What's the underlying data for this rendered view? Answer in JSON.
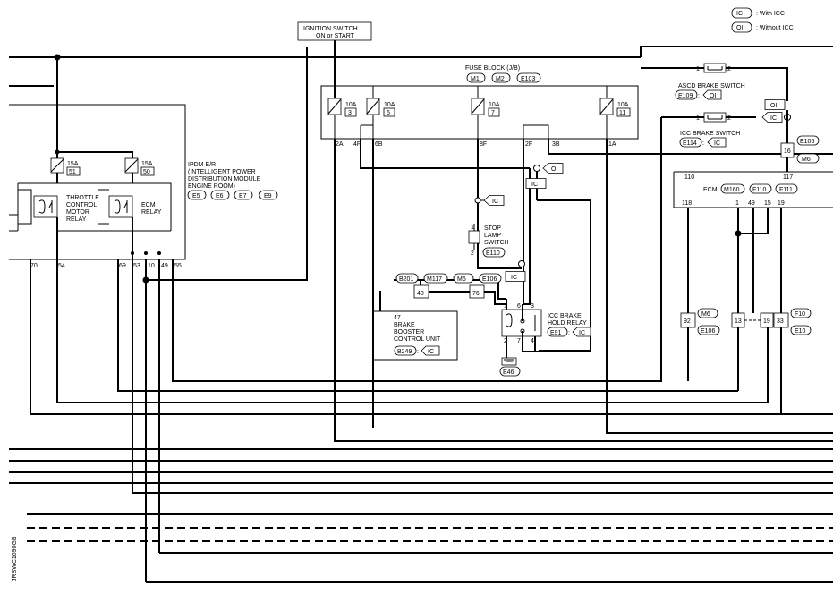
{
  "legend": {
    "ic_code": "IC",
    "ic_text": ": With ICC",
    "oi_code": "OI",
    "oi_text": ": Without ICC"
  },
  "ignition": {
    "line1": "IGNITION SWITCH",
    "line2": "ON or START"
  },
  "fuse_block": {
    "title": "FUSE BLOCK (J/B)",
    "connectors": [
      "M1",
      "M2",
      "E103"
    ],
    "fuses": [
      {
        "amp": "10A",
        "num": "3",
        "in_pin": "2A"
      },
      {
        "amp": "10A",
        "num": "6",
        "in_pin": "4F",
        "out_pin": "6B"
      },
      {
        "amp": "10A",
        "num": "7",
        "in_pin": "8F"
      },
      {
        "amp": "10A",
        "num": "11",
        "in_pin": "1A"
      }
    ],
    "extra_pins": [
      "2F",
      "3B"
    ]
  },
  "ipdm": {
    "title": "IPDM E/R",
    "line2": "(INTELLIGENT POWER",
    "line3": "DISTRIBUTION MODULE",
    "line4": "ENGINE ROOM)",
    "connectors": [
      "E5",
      "E6",
      "E7",
      "E9"
    ],
    "fuse1": {
      "amp": "15A",
      "num": "51"
    },
    "fuse2": {
      "amp": "15A",
      "num": "50"
    },
    "relay1": [
      "THROTTLE",
      "CONTROL",
      "MOTOR",
      "RELAY"
    ],
    "relay2": [
      "ECM",
      "RELAY"
    ],
    "pins": [
      "70",
      "54",
      "69",
      "53",
      "10",
      "49",
      "55"
    ]
  },
  "ascd": {
    "title": "ASCD BRAKE SWITCH",
    "pin1": "1",
    "pin2": "2",
    "conn": "E109",
    "code": "OI"
  },
  "icc_switch": {
    "title": "ICC BRAKE SWITCH",
    "pin1": "1",
    "pin2": "2",
    "conn": "E114",
    "code": "IC"
  },
  "stop_lamp": {
    "lines": [
      "STOP",
      "LAMP",
      "SWITCH"
    ],
    "pin1": "1",
    "pin2": "2",
    "conn": "E110"
  },
  "hold_relay": {
    "lines": [
      "ICC BRAKE",
      "HOLD RELAY"
    ],
    "conn": "E91",
    "code": "IC",
    "pins": [
      "1",
      "2",
      "6",
      "7",
      "3",
      "4"
    ],
    "ground": "E46"
  },
  "booster": {
    "pin": "47",
    "lines": [
      "BRAKE",
      "BOOSTER",
      "CONTROL UNIT"
    ],
    "conn": "B249",
    "code": "IC",
    "connectors": [
      "B201",
      "M117",
      "M6",
      "E106"
    ],
    "pin_a": "40",
    "pin_b": "76"
  },
  "ecm": {
    "title": "ECM",
    "connectors": [
      "M160",
      "F110",
      "F111"
    ],
    "pin_top_left": "110",
    "pin_top_right": "117",
    "pins_bottom": [
      "118",
      "1",
      "49",
      "15",
      "19"
    ]
  },
  "junctions": {
    "j16": "16",
    "j16_conn1": "E106",
    "j16_conn2": "M6",
    "j92": "92",
    "j92_conn1": "M6",
    "j92_conn2": "E106",
    "j13": "13",
    "j19": "19",
    "j33": "33",
    "jf_conn1": "F10",
    "jf_conn2": "E10"
  },
  "codes": {
    "ic": "IC",
    "oi": "OI"
  },
  "side_code": "JRSWC1690GB"
}
